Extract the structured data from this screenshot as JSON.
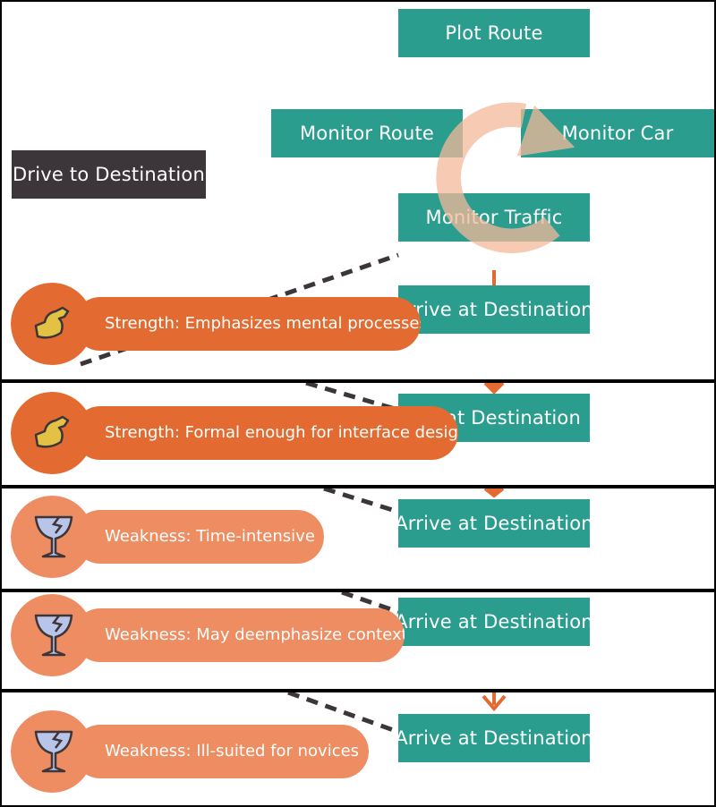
{
  "diagram": {
    "root": "Drive to Destination",
    "steps": {
      "plot": "Plot Route",
      "monitor_route": "Monitor Route",
      "monitor_car": "Monitor Car",
      "monitor_traffic": "Monitor Traffic",
      "arrive": "Arrive at Destination",
      "arrive_partial": "at Destination"
    },
    "colors": {
      "step": "#2a9d8f",
      "root": "#3c3539",
      "arrow": "#e36b31",
      "cycle": "#f4b99a"
    }
  },
  "assessments": [
    {
      "label": "Strength: Emphasizes mental processes",
      "kind": "strength",
      "icon": "flexed-arm-icon"
    },
    {
      "label": "Strength: Formal enough for interface design",
      "kind": "strength",
      "icon": "flexed-arm-icon"
    },
    {
      "label": "Weakness: Time-intensive",
      "kind": "weakness",
      "icon": "broken-glass-icon"
    },
    {
      "label": "Weakness: May deemphasize context",
      "kind": "weakness",
      "icon": "broken-glass-icon"
    },
    {
      "label": "Weakness: Ill-suited for novices",
      "kind": "weakness",
      "icon": "broken-glass-icon"
    }
  ]
}
